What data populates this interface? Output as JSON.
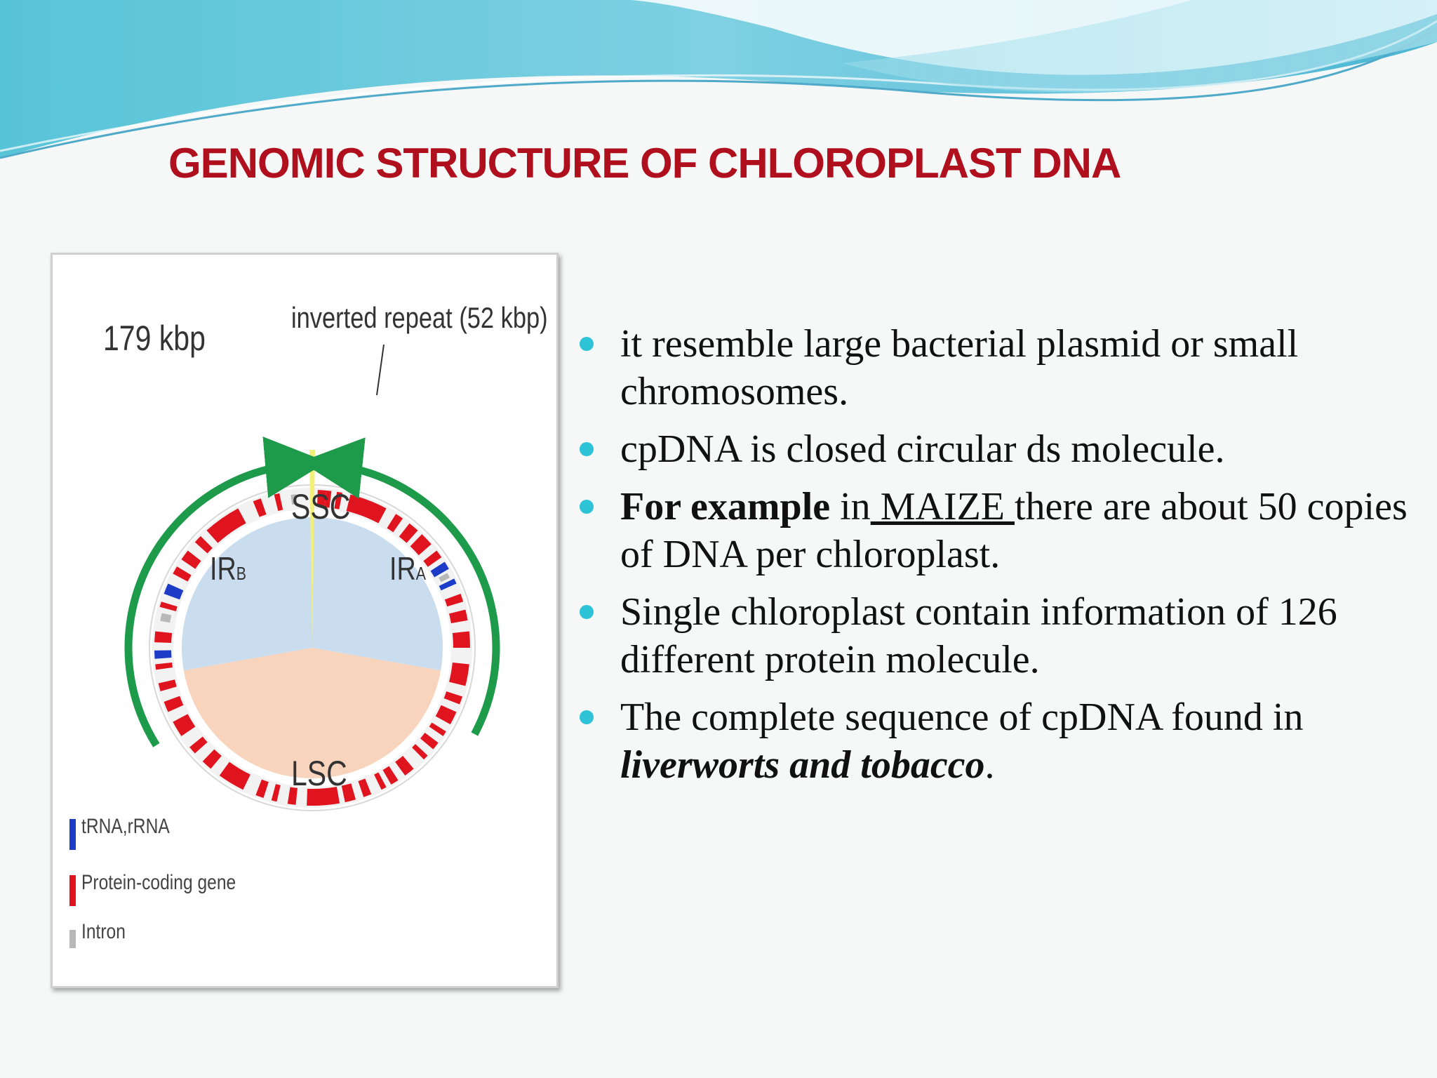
{
  "title": "GENOMIC STRUCTURE OF CHLOROPLAST DNA",
  "colors": {
    "title": "#b0101d",
    "bullet": "#2ec3d6",
    "protein_coding": "#e0141e",
    "trna_rrna": "#1c3cc8",
    "intron": "#b8b8b8",
    "arrow": "#1d9a4a",
    "small_single_copy": "#c9ddef",
    "large_single_copy": "#f8d4bd"
  },
  "figure": {
    "genome_size": "179 kbp",
    "inverted_repeat": "inverted repeat (52 kbp)",
    "ssc": "SSC",
    "irb_main": "IR",
    "irb_sub": "B",
    "ira_main": "IR",
    "ira_sub": "A",
    "lsc": "LSC",
    "legend": [
      {
        "label": "tRNA,rRNA",
        "icon": "blue-bar-icon"
      },
      {
        "label": "Protein-coding gene",
        "icon": "red-bar-icon"
      },
      {
        "label": "Intron",
        "icon": "gray-bar-icon"
      }
    ]
  },
  "bullets": {
    "b1": " it resemble large bacterial plasmid or small chromosomes.",
    "b2": "cpDNA is closed circular ds molecule.",
    "b3_bold": "For example",
    "b3_in": " in",
    "b3_maize": " MAIZE ",
    "b3_rest": "there are about 50 copies of DNA per chloroplast.",
    "b4": "Single chloroplast contain information of 126 different protein molecule.",
    "b5_start": "The complete sequence of cpDNA found in ",
    "b5_italic": "liverworts and tobacco",
    "b5_end": "."
  }
}
